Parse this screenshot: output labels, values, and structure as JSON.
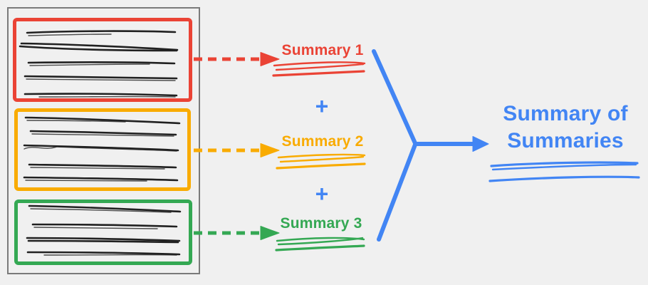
{
  "background_color": "#f0f0f0",
  "palette": {
    "red": "#ea4335",
    "orange": "#f9ab00",
    "green": "#34a853",
    "blue": "#4285f4",
    "ink": "#212121",
    "frame": "#7a7a7a"
  },
  "document_panel": {
    "sections": [
      {
        "id": "section-1",
        "color": "red",
        "text_line_count": 5
      },
      {
        "id": "section-2",
        "color": "orange",
        "text_line_count": 5
      },
      {
        "id": "section-3",
        "color": "green",
        "text_line_count": 4
      }
    ]
  },
  "summaries": [
    {
      "label": "Summary 1",
      "color": "red"
    },
    {
      "label": "Summary 2",
      "color": "orange"
    },
    {
      "label": "Summary 3",
      "color": "green"
    }
  ],
  "operators": {
    "plus": "+"
  },
  "result": {
    "label": "Summary of Summaries",
    "color": "blue"
  }
}
